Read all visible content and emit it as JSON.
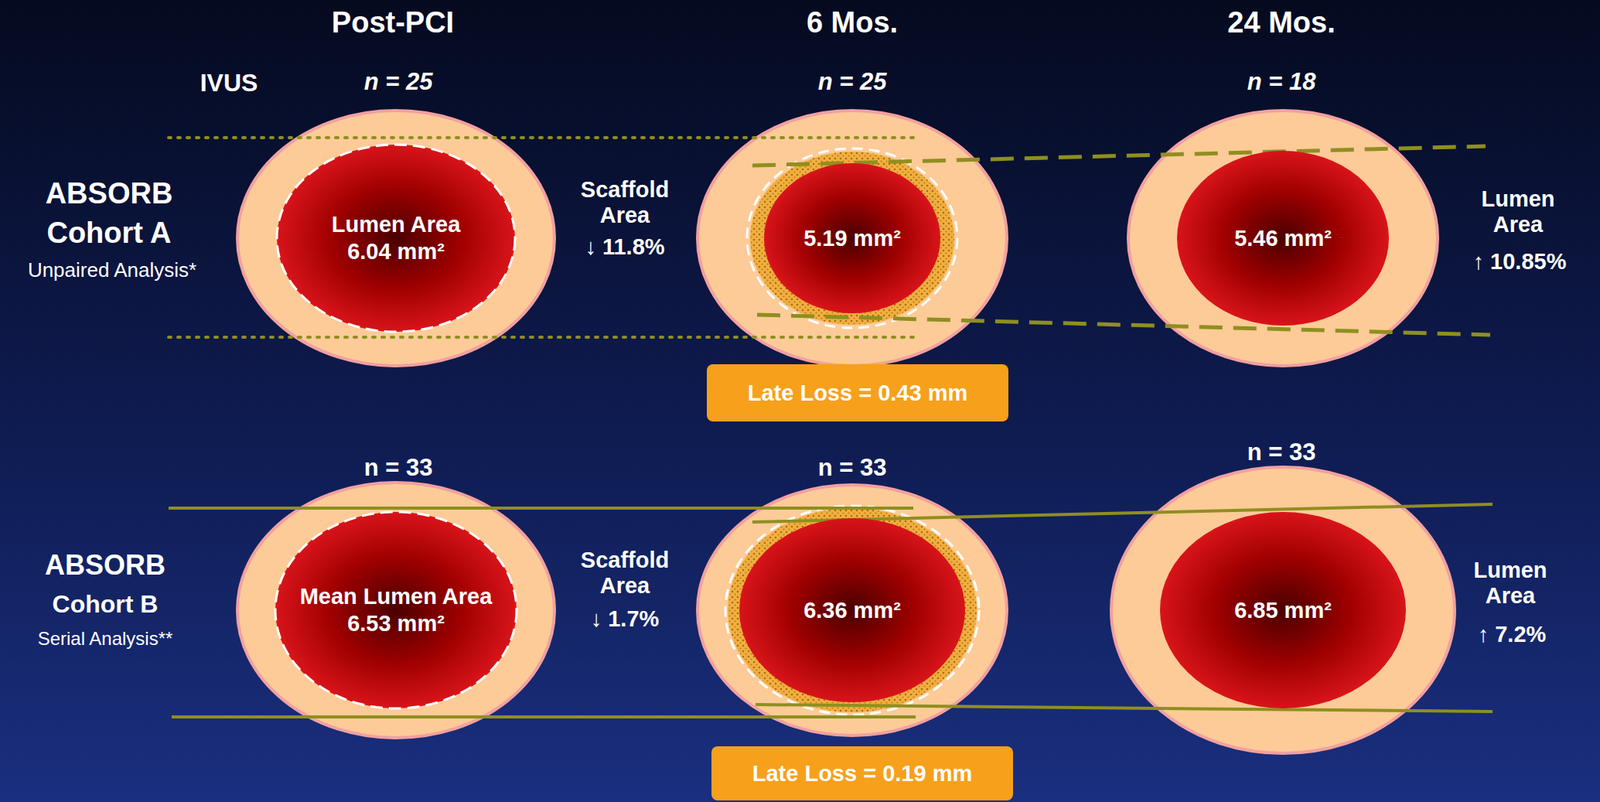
{
  "diagram": {
    "nodes": [
      {
        "text": [
          "Lumen Area",
          "6.04 mm²"
        ]
      },
      {
        "text": [
          "5.19 mm²"
        ]
      },
      {
        "text": [
          "5.46 mm²"
        ]
      },
      {
        "text": [
          "Late Loss = 0.43 mm"
        ]
      },
      {
        "text": [
          "Mean Lumen Area",
          "6.53 mm²"
        ]
      },
      {
        "text": [
          "6.36 mm²"
        ]
      },
      {
        "text": [
          "6.85 mm²"
        ]
      },
      {
        "text": [
          "Late Loss = 0.19 mm"
        ]
      }
    ],
    "labels": [
      "Post-PCI",
      "6 Mos.",
      "24 Mos.",
      "IVUS",
      "n = 25",
      "n = 25",
      "n = 18",
      "ABSORB",
      "Cohort A",
      "Unpaired Analysis*",
      "Scaffold Area",
      "↓ 11.8%",
      "Lumen Area",
      "↑ 10.85%",
      "n = 33",
      "n = 33",
      "n = 33",
      "ABSORB",
      "Cohort B",
      "Serial Analysis**",
      "Scaffold Area",
      "↓ 1.7%",
      "Lumen Area",
      "↑ 7.2%"
    ]
  }
}
